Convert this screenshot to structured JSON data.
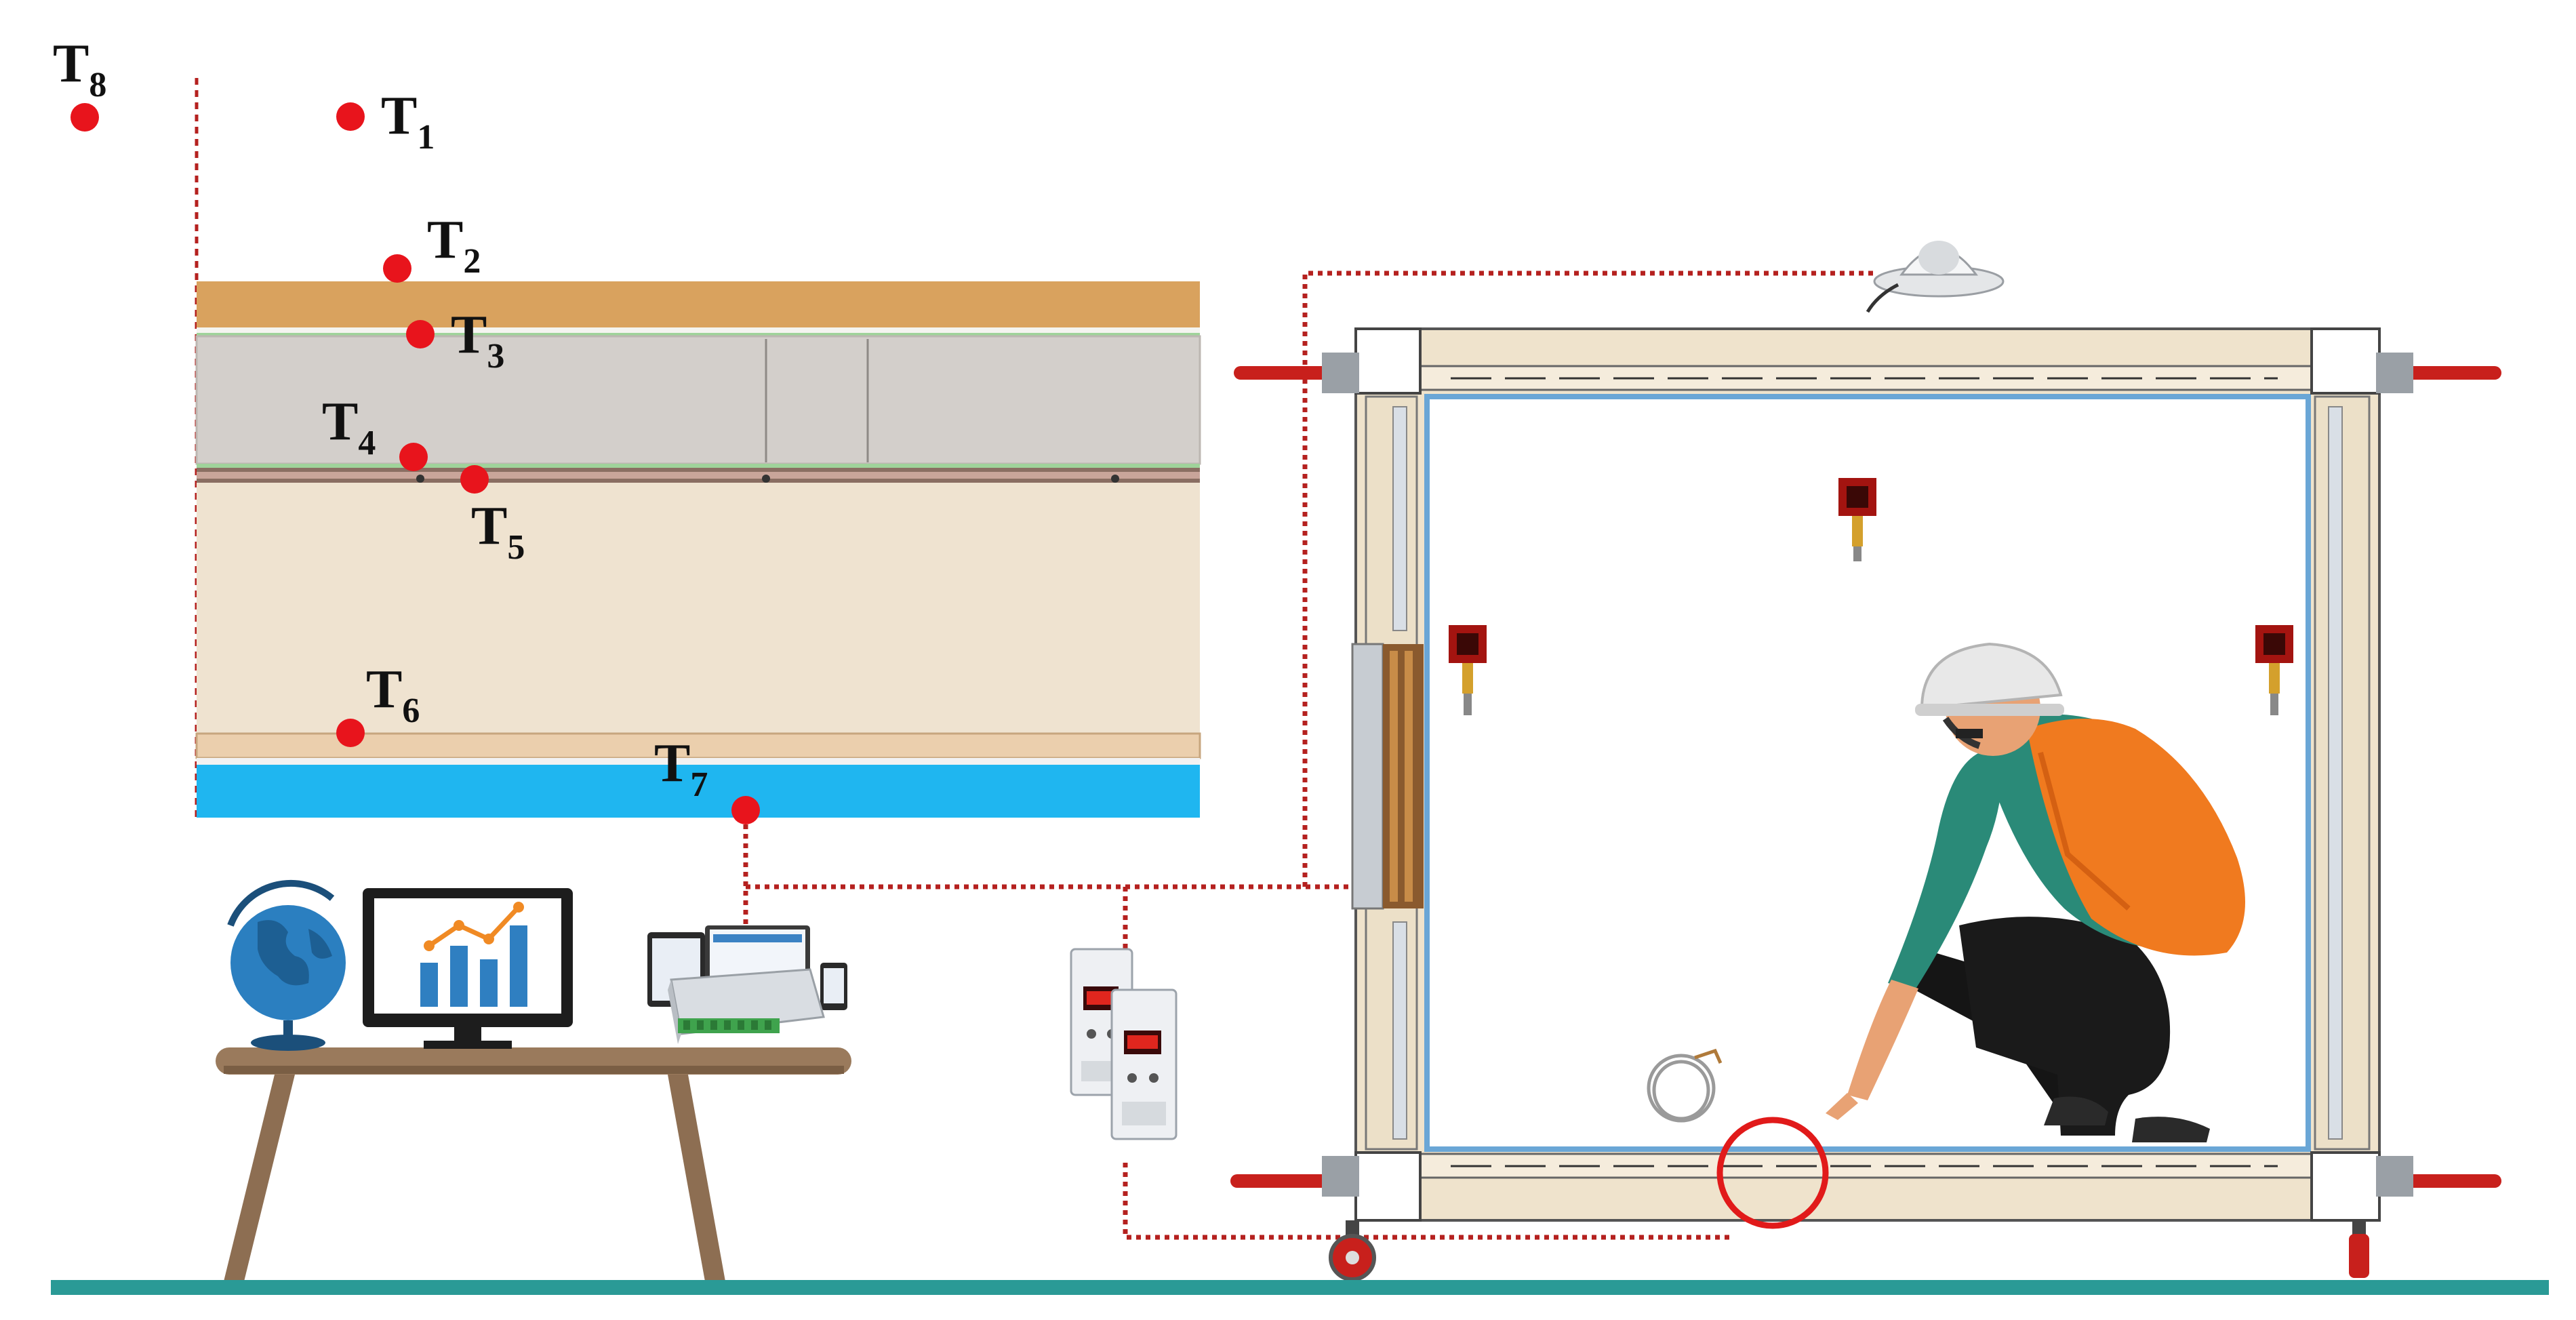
{
  "sensors": [
    {
      "id": "T8",
      "letter": "T",
      "sub": "8"
    },
    {
      "id": "T1",
      "letter": "T",
      "sub": "1"
    },
    {
      "id": "T2",
      "letter": "T",
      "sub": "2"
    },
    {
      "id": "T3",
      "letter": "T",
      "sub": "3"
    },
    {
      "id": "T4",
      "letter": "T",
      "sub": "4"
    },
    {
      "id": "T5",
      "letter": "T",
      "sub": "5"
    },
    {
      "id": "T6",
      "letter": "T",
      "sub": "6"
    },
    {
      "id": "T7",
      "letter": "T",
      "sub": "7"
    }
  ],
  "colors": {
    "sensor": "#e8141c",
    "wire": "#b5211f",
    "layer_top": "#d9a25e",
    "layer_mid": "#d3cfcb",
    "layer_insulation": "#efe3d0",
    "layer_bottom": "#1fb6f0",
    "floor": "#2a9a96",
    "frame_wood": "#efe3cc",
    "vest": "#f07a1f",
    "shirt": "#2a8a78"
  },
  "icons": [
    "globe-icon",
    "monitor-chart-icon",
    "data-logger-icon",
    "tablet-icon",
    "relay-controller-icon",
    "pyranometer-icon",
    "heat-flux-sensor-icon",
    "thermocouple-icon",
    "worker-illustration",
    "test-frame-illustration",
    "desk-illustration"
  ]
}
